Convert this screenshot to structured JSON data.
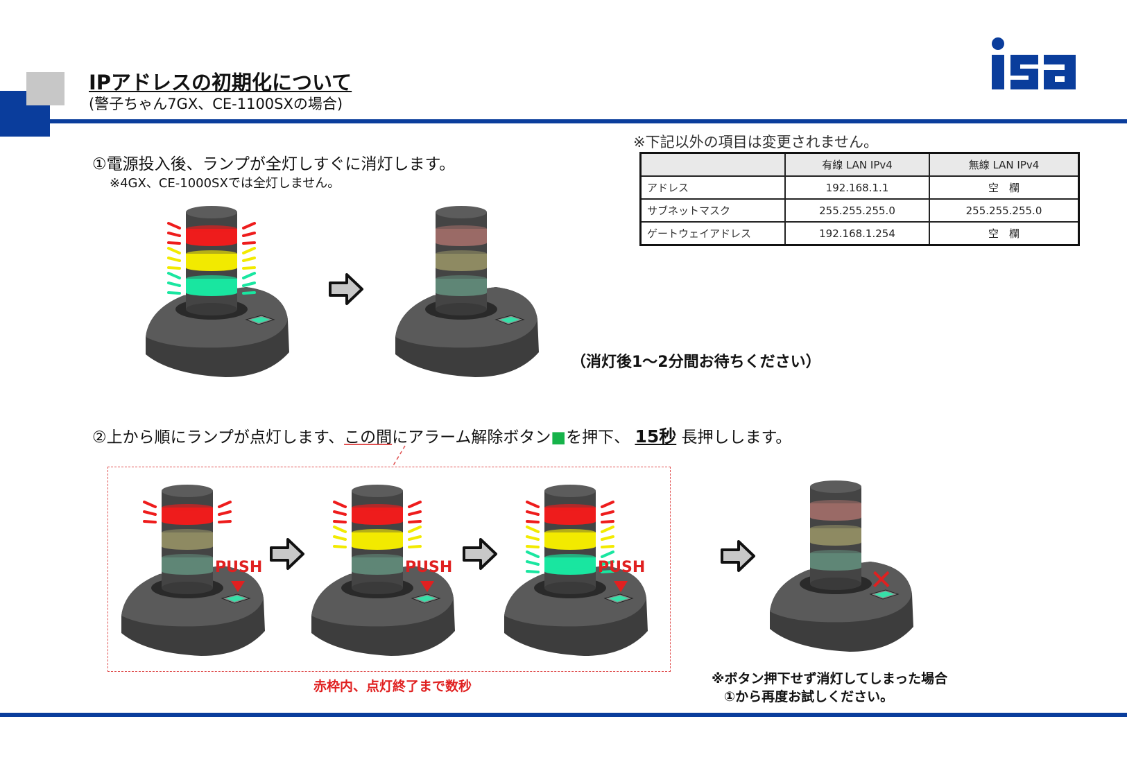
{
  "header": {
    "title": "IPアドレスの初期化について",
    "subtitle": "(警子ちゃん7GX、CE-1100SXの場合)",
    "logo_text": "isa"
  },
  "note": "※下記以外の項目は変更されません。",
  "table": {
    "headers": [
      "",
      "有線 LAN IPv4",
      "無線 LAN IPv4"
    ],
    "rows": [
      [
        "アドレス",
        "192.168.1.1",
        "空　欄"
      ],
      [
        "サブネットマスク",
        "255.255.255.0",
        "255.255.255.0"
      ],
      [
        "ゲートウェイアドレス",
        "192.168.1.254",
        "空　欄"
      ]
    ]
  },
  "step1": {
    "text": "①電源投入後、ランプが全灯しすぐに消灯します。",
    "note": "※4GX、CE-1000SXでは全灯しません。",
    "wait": "（消灯後1～2分間お待ちください）"
  },
  "step2": {
    "part1": "②上から順にランプが点灯します、",
    "emph": "この間",
    "part2": "にアラーム解除ボタン",
    "square": "■",
    "part3": "を押下、 ",
    "seconds": "15秒",
    "part4": " 長押しします。"
  },
  "push_label": "PUSH",
  "red_box_caption": "赤枠内、点灯終了まで数秒",
  "fail_note": {
    "line1": "※ボタン押下せず消灯してしまった場合",
    "line2": "①から再度お試しください。"
  },
  "colors": {
    "brand_blue": "#0a3d9c",
    "red_on": "#ee1c1c",
    "yellow_on": "#f2ea00",
    "green_on": "#19e6a0",
    "red_off": "#9a6a66",
    "yellow_off": "#8e8a62",
    "green_off": "#5f8676",
    "alert_red": "#e02020"
  },
  "devices": [
    {
      "id": "d1",
      "lamps": [
        "red_on",
        "yellow_on",
        "green_on"
      ]
    },
    {
      "id": "d2",
      "lamps": [
        "red_off",
        "yellow_off",
        "green_off"
      ]
    },
    {
      "id": "d3",
      "lamps": [
        "red_on",
        "yellow_off",
        "green_off"
      ]
    },
    {
      "id": "d4",
      "lamps": [
        "red_on",
        "yellow_on",
        "green_off"
      ]
    },
    {
      "id": "d5",
      "lamps": [
        "red_on",
        "yellow_on",
        "green_on"
      ]
    },
    {
      "id": "d6",
      "lamps": [
        "red_off",
        "yellow_off",
        "green_off"
      ]
    }
  ]
}
